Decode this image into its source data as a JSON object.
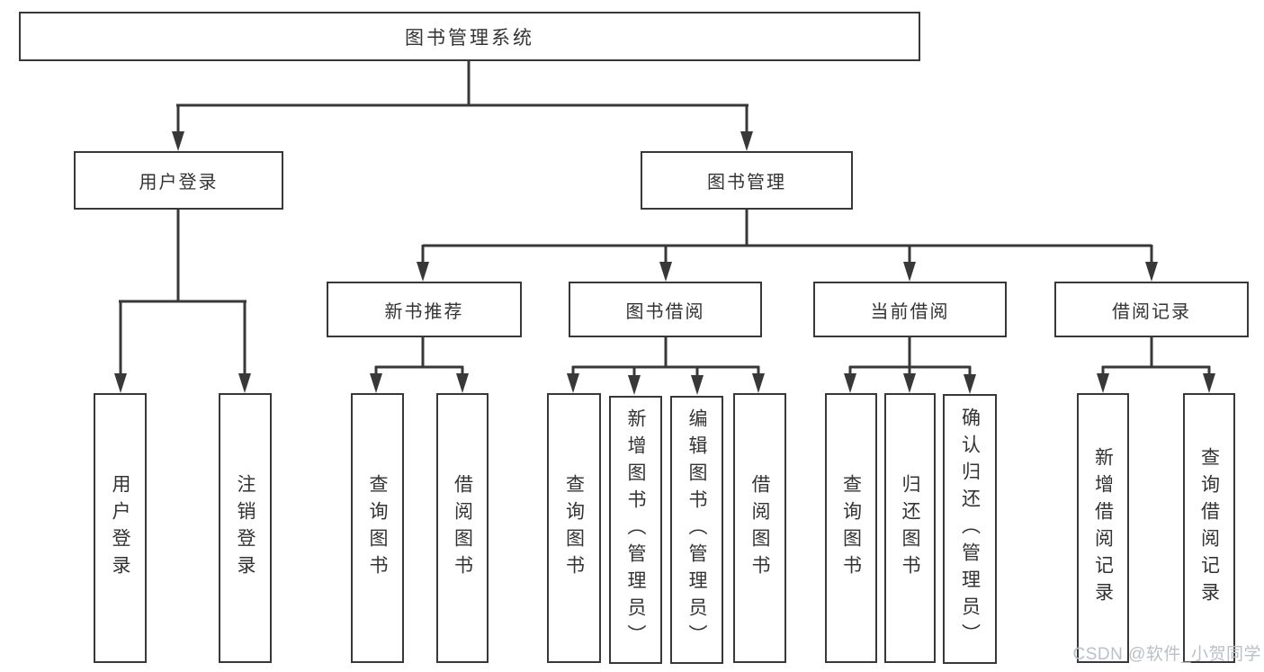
{
  "title": "图书管理系统",
  "nodes": {
    "login": "用户登录",
    "manage": "图书管理",
    "recommend": "新书推荐",
    "borrow": "图书借阅",
    "current": "当前借阅",
    "records": "借阅记录"
  },
  "leaves": {
    "login": [
      "用户登录",
      "注销登录"
    ],
    "recommend": [
      "查询图书",
      "借阅图书"
    ],
    "borrow": [
      "查询图书",
      "新增图书（管理员）",
      "编辑图书（管理员）",
      "借阅图书"
    ],
    "current": [
      "查询图书",
      "归还图书",
      "确认归还（管理员）"
    ],
    "records": [
      "新增借阅记录",
      "查询借阅记录"
    ]
  },
  "watermark": "CSDN @软件_小贺同学",
  "colors": {
    "line": "#383838",
    "text": "#333333",
    "watermark": "#bac0c6"
  }
}
